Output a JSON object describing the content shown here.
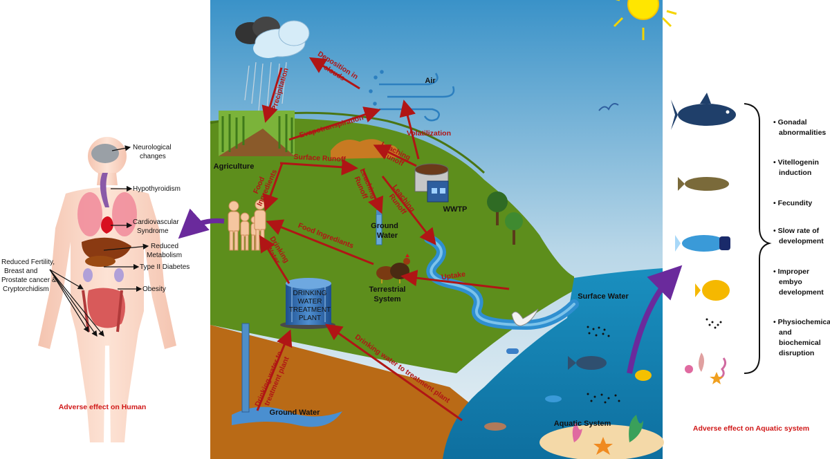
{
  "human": {
    "effects": {
      "neuro_1": "Neurological",
      "neuro_2": "changes",
      "hypothyroidism": "Hypothyroidism",
      "cardio_1": "Cardiovascular",
      "cardio_2": "Syndrome",
      "metab_1": "Reduced",
      "metab_2": "Metabolism",
      "diabetes": "Type II Diabetes",
      "obesity": "Obesity",
      "fert_1": "Reduced Fertility,",
      "fert_2": "Breast and",
      "fert_3": "Prostate cancer &",
      "fert_4": "Cryptorchidism"
    },
    "caption": "Adverse effect on Human"
  },
  "scene": {
    "air": "Air",
    "agriculture": "Agriculture",
    "wwtp": "WWTP",
    "ground_water_1": "Ground",
    "ground_water_2": "Water",
    "terrestrial_1": "Terrestrial",
    "terrestrial_2": "System",
    "dwtp_1": "DRINKING",
    "dwtp_2": "WATER",
    "dwtp_3": "TREATMENT",
    "dwtp_4": "PLANT",
    "surface_water": "Surface Water",
    "ground_water_bottom": "Ground Water",
    "aquatic_system": "Aquatic System"
  },
  "flows": {
    "deposition_1": "Deposition in",
    "deposition_2": "clouds",
    "precipitation": "Precipitation",
    "evapotranspiration": "Evapotranspiration",
    "volatilization": "Volatilization",
    "surface_runoff": "Surface Runoff",
    "leaching_runoff_a1": "Leaching",
    "leaching_runoff_a2": "Runoff",
    "leaching_runoff_b1": "Leaching",
    "leaching_runoff_b2": "Runoff",
    "leaching_runoff_c1": "Leaching",
    "leaching_runoff_c2": "Runoff",
    "food_ingredients_1a": "Food",
    "food_ingredients_1b": "Ingredients",
    "food_ingredients_2": "Food Ingrediants",
    "drinking_water_1": "Drinking",
    "drinking_water_2": "Water",
    "uptake": "Uptake",
    "dw_to_plant_1": "Drinking water to treatment plant",
    "dw_to_plant_2a": "Drinking water to",
    "dw_to_plant_2b": "treatment plant"
  },
  "aquatic": {
    "effects": {
      "gonadal_1": "Gonadal",
      "gonadal_2": "abnormalities",
      "vitello_1": "Vitellogenin",
      "vitello_2": "induction",
      "fecundity": "Fecundity",
      "slow_1": "Slow rate of",
      "slow_2": "development",
      "improper_1": "Improper",
      "improper_2": "embyo",
      "improper_3": "development",
      "physio_1": "Physiochemical",
      "physio_2": "and",
      "physio_3": "biochemical",
      "physio_4": "disruption"
    },
    "caption": "Adverse effect on Aquatic system"
  },
  "colors": {
    "flow_arrow": "#b01515",
    "caption_red": "#d01818",
    "land_green": "#5d8e1c",
    "soil_brown": "#b96a16",
    "sea_blue": "#1a8fbf",
    "sky_top": "#3a92c8",
    "effect_arrow_purple": "#6a2a9c"
  }
}
